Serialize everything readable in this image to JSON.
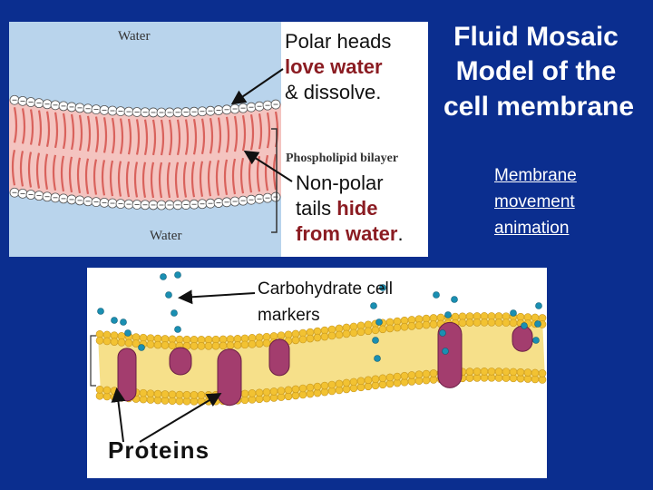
{
  "title": {
    "line1": "Fluid Mosaic",
    "line2": "Model of the",
    "line3": "cell membrane"
  },
  "top_diagram": {
    "water_top": "Water",
    "water_bottom": "Water",
    "bilayer_label": "Phospholipid bilayer",
    "polar_heads": {
      "line1": "Polar heads",
      "line2": "love water",
      "line3": "& dissolve."
    },
    "nonpolar_tails": {
      "line1": "Non-polar",
      "line2_a": "tails ",
      "line2_b": "hide",
      "line3_a": "from water",
      "line3_b": "."
    }
  },
  "bottom_diagram": {
    "carbohydrate_label": {
      "line1": "Carbohydrate cell",
      "line2": "markers"
    },
    "proteins_label": "Proteins"
  },
  "link": {
    "line1": "Membrane",
    "line2": "movement",
    "line3": "animation"
  },
  "colors": {
    "background": "#0b2e8f",
    "head_fill": "#ffffff",
    "tail_band": "#e88b86",
    "protein": "#a33d6e",
    "bead": "#f2c232",
    "carb": "#1a8fb2"
  }
}
